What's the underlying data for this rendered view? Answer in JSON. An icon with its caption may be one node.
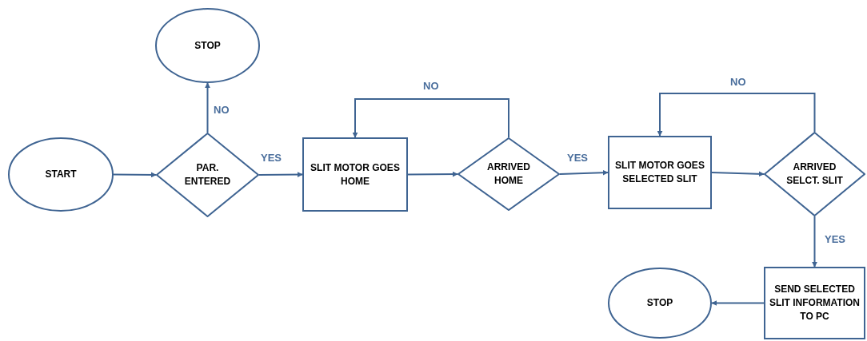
{
  "diagram": {
    "nodes": [
      {
        "text": [
          "START"
        ]
      },
      {
        "text": [
          "STOP"
        ]
      },
      {
        "text": [
          "PAR. ENTERED"
        ]
      },
      {
        "text": [
          "SLIT MOTOR GOES HOME"
        ]
      },
      {
        "text": [
          "ARRIVED HOME"
        ]
      },
      {
        "text": [
          "SLIT MOTOR GOES SELECTED SLIT"
        ]
      },
      {
        "text": [
          "ARRIVED SELCT. SLIT"
        ]
      },
      {
        "text": [
          "SEND SELECTED SLIT INFORMATION TO PC"
        ]
      },
      {
        "text": [
          "STOP"
        ]
      }
    ],
    "edges": [
      {
        "from": 0,
        "to": 2,
        "arrow": "to"
      },
      {
        "from": 2,
        "to": 1,
        "label": "NO",
        "arrow": "to"
      },
      {
        "from": 2,
        "to": 3,
        "label": "YES",
        "arrow": "to"
      },
      {
        "from": 3,
        "to": 4,
        "arrow": "to"
      },
      {
        "from": 4,
        "to": 3,
        "label": "NO",
        "arrow": "to"
      },
      {
        "from": 4,
        "to": 5,
        "label": "YES",
        "arrow": "to"
      },
      {
        "from": 5,
        "to": 6,
        "arrow": "to"
      },
      {
        "from": 6,
        "to": 5,
        "label": "NO",
        "arrow": "to"
      },
      {
        "from": 6,
        "to": 7,
        "label": "YES",
        "arrow": "to"
      },
      {
        "from": 7,
        "to": 8,
        "arrow": "to"
      }
    ]
  }
}
